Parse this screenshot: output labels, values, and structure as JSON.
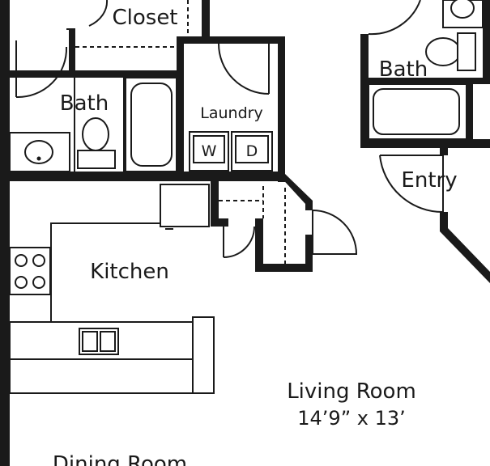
{
  "floor_plan": {
    "rooms": {
      "closet": "Closet",
      "bath_left": "Bath",
      "laundry": "Laundry",
      "bath_right": "Bath",
      "entry": "Entry",
      "kitchen": "Kitchen",
      "living_room": "Living Room",
      "living_room_dims": "14’9” x 13’",
      "dining_room": "Dining Room"
    },
    "appliances": {
      "washer": "W",
      "dryer": "D"
    }
  }
}
